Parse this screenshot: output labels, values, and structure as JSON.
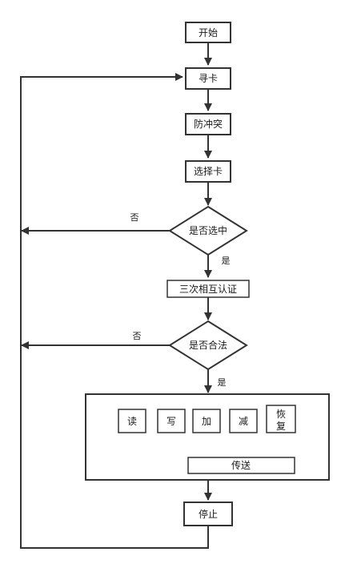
{
  "nodes": {
    "start": "开始",
    "seek": "寻卡",
    "anticollision": "防冲突",
    "select": "选择卡",
    "is_selected": "是否选中",
    "mutual_auth": "三次相互认证",
    "is_valid": "是否合法",
    "ops": [
      "读",
      "写",
      "加",
      "减"
    ],
    "restore_top": "恢",
    "restore_bottom": "复",
    "transfer": "传送",
    "stop": "停止"
  },
  "edge_labels": {
    "no_1": "否",
    "yes_1": "是",
    "no_2": "否",
    "yes_2": "是"
  }
}
